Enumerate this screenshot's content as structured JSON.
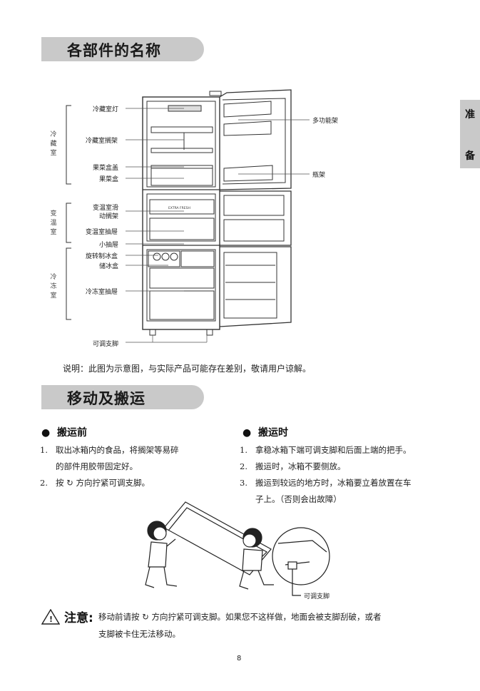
{
  "section1": {
    "title": "各部件的名称"
  },
  "side_tab": {
    "line1": "准",
    "line2": "备"
  },
  "diagram": {
    "groups": {
      "fridge": "冷藏室",
      "variable": "变温室",
      "freezer": "冷冻室"
    },
    "labels_left": {
      "light": "冷藏室灯",
      "shelf": "冷藏室搁架",
      "crisper_lid": "果菜盒盖",
      "crisper": "果菜盒",
      "var_shelf_1": "变温室滑",
      "var_shelf_2": "动搁架",
      "var_drawer": "变温室抽屉",
      "small_drawer": "小抽屉",
      "ice_maker": "旋转制冰盒",
      "ice_box": "储冰盒",
      "freezer_drawer": "冷冻室抽屉",
      "foot": "可调支脚"
    },
    "labels_right": {
      "multi_shelf": "多功能架",
      "bottle_shelf": "瓶架"
    },
    "brand_mark": "EXTRA FRESH"
  },
  "caption": "说明：此图为示意图，与实际产品可能存在差别，敬请用户谅解。",
  "section2": {
    "title": "移动及搬运"
  },
  "before": {
    "heading": "搬运前",
    "items": [
      {
        "num": "1.",
        "line1": "取出冰箱内的食品，将搁架等易碎",
        "line2": "的部件用胶带固定好。"
      },
      {
        "num": "2.",
        "text": "按 ↻ 方向拧紧可调支脚。"
      }
    ]
  },
  "during": {
    "heading": "搬运时",
    "items": [
      {
        "num": "1.",
        "text": "拿稳冰箱下端可调支脚和后面上端的把手。"
      },
      {
        "num": "2.",
        "text": "搬运时，冰箱不要侧放。"
      },
      {
        "num": "3.",
        "line1": "搬运到较远的地方时，冰箱要立着放置在车",
        "line2": "子上。（否则会出故障）"
      }
    ]
  },
  "illustration": {
    "foot_label": "可调支脚"
  },
  "caution": {
    "label": "注意:",
    "line1": "移动前请按 ↻ 方向拧紧可调支脚。如果您不这样做，地面会被支脚刮破，或者",
    "line2": "支脚被卡住无法移动。"
  },
  "page_number": "8"
}
